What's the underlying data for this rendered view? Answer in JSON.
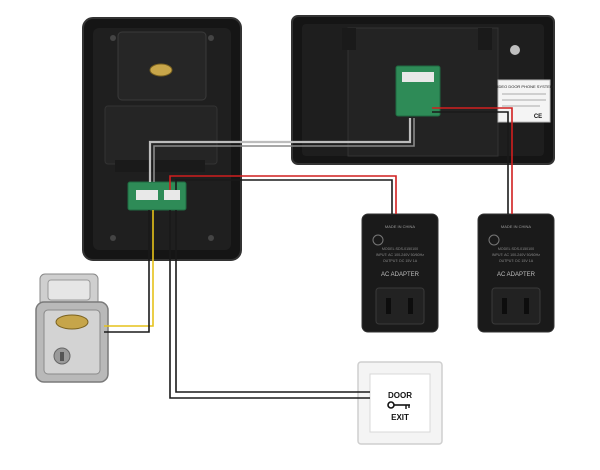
{
  "monitor": {
    "label_title": "VIDEO DOOR PHONE SYSTEM",
    "label_marks": "CE"
  },
  "adapters": [
    {
      "made_in": "MADE IN CHINA",
      "title": "AC ADAPTER",
      "model": "MODEL:SDS-0150100",
      "input": "INPUT: AC 100-240V 50/60Hz",
      "output": "OUTPUT: DC 15V 1A"
    },
    {
      "made_in": "MADE IN CHINA",
      "title": "AC ADAPTER",
      "model": "MODEL:SDS-0150100",
      "input": "INPUT: AC 100-240V 50/60Hz",
      "output": "OUTPUT: DC 15V 1A"
    }
  ],
  "exit_button": {
    "line1": "DOOR",
    "line2": "EXIT"
  },
  "colors": {
    "wire_red": "#d11f1f",
    "wire_black": "#1a1a1a",
    "wire_gray": "#8a8a8a",
    "wire_yellow": "#e6c21a",
    "wire_white": "#d9d9d9",
    "device_body": "#1e1e1e",
    "pcb_green": "#2e8b57"
  }
}
